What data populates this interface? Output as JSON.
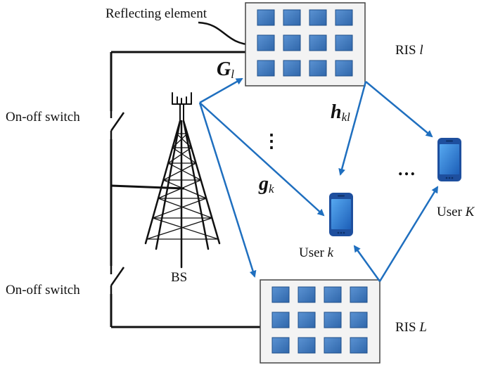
{
  "labels": {
    "reflecting_element": "Reflecting element",
    "ris_l_prefix": "RIS ",
    "ris_l_index": "l",
    "ris_L_prefix": "RIS ",
    "ris_L_index": "L",
    "switch_top": "On-off switch",
    "switch_bottom": "On-off switch",
    "bs": "BS",
    "user_k_prefix": "User ",
    "user_k_index": "k",
    "user_K_prefix": "User ",
    "user_K_index": "K",
    "G_symbol": "G",
    "G_sub": "l",
    "h_symbol": "h",
    "h_sub": "kl",
    "g_symbol": "g",
    "g_sub": "k",
    "ellipsis_horizontal": "…",
    "ellipsis_vertical": "⋮"
  },
  "colors": {
    "arrow": "#1f6fbf",
    "wire": "#111111",
    "panel_fill": "#f2f2f2",
    "element_fill": "#3f7cc4",
    "phone_body": "#1e4f9e",
    "phone_screen": "#2f83dc"
  },
  "icons": [
    "antenna-tower-icon",
    "smartphone-icon",
    "switch-icon"
  ]
}
